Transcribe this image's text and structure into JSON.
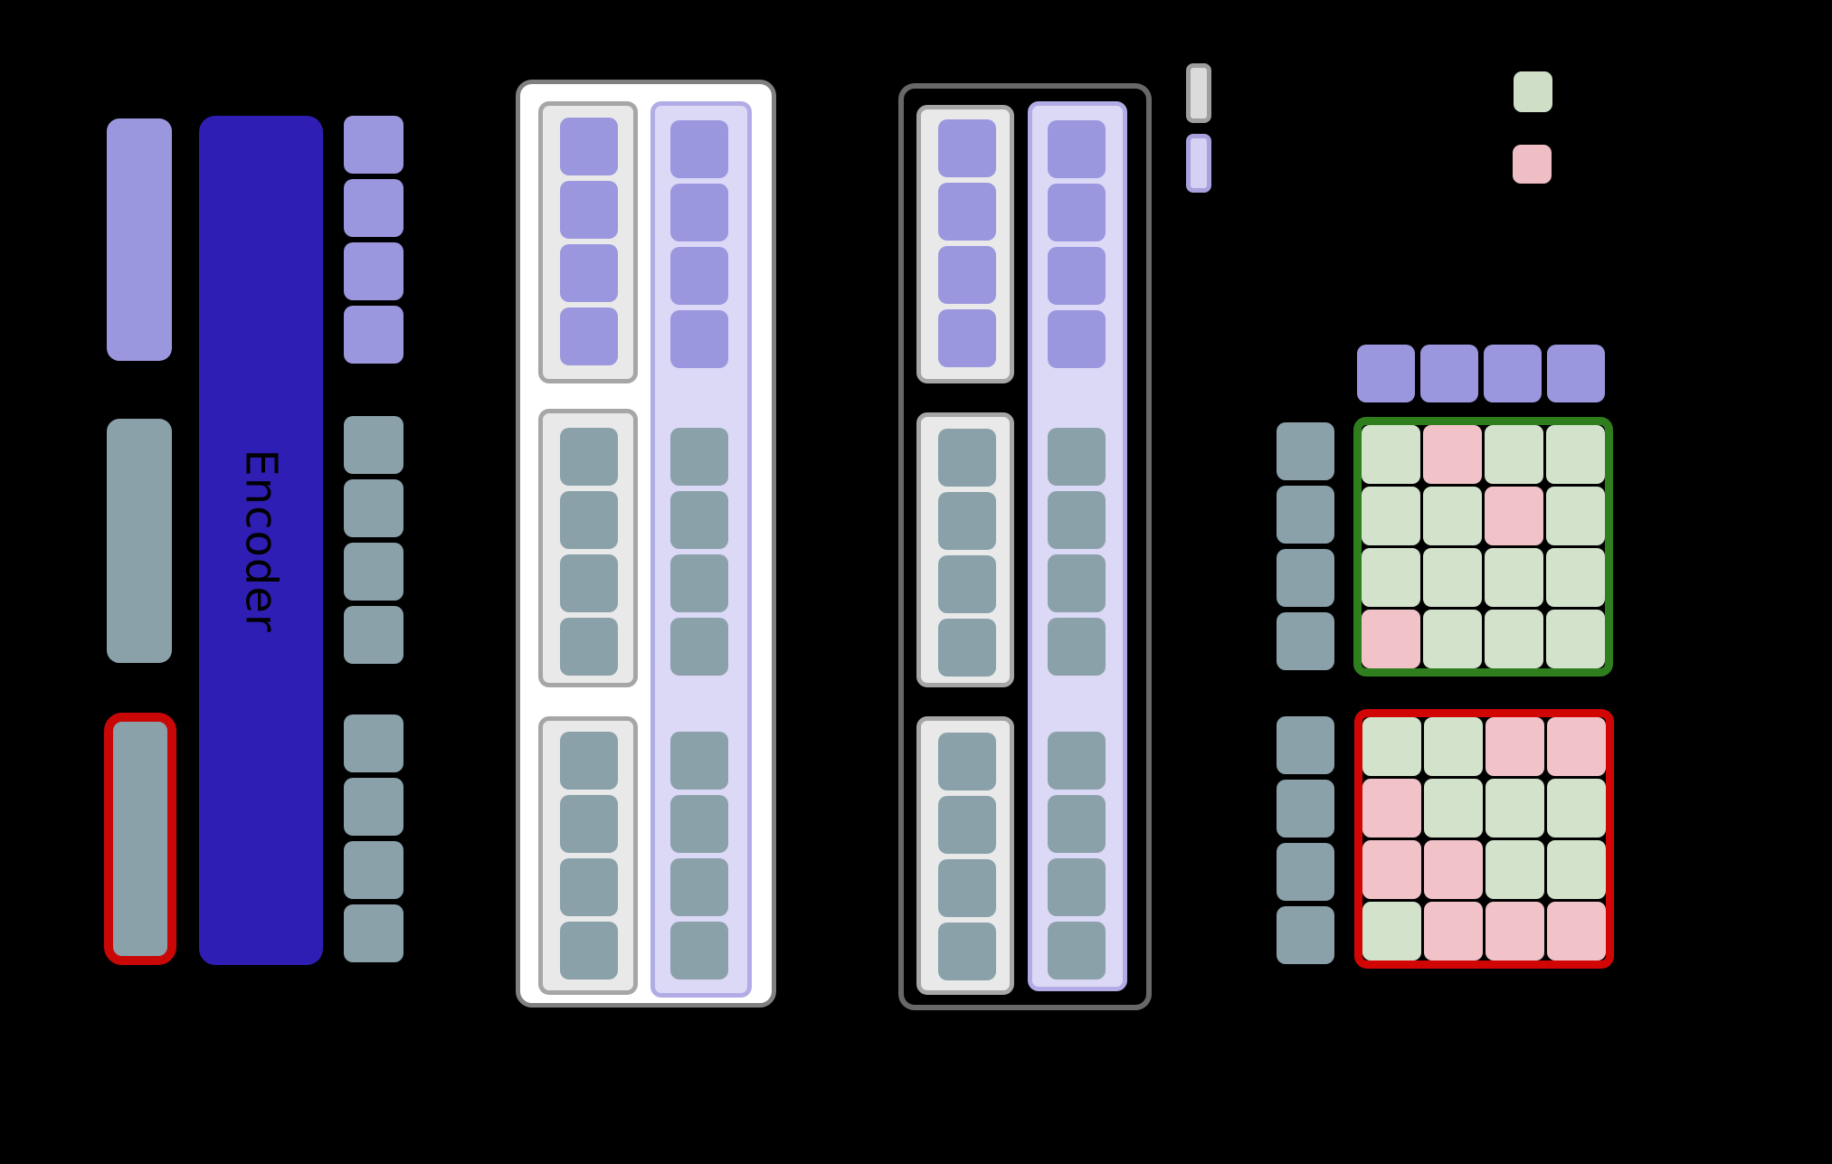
{
  "encoder": {
    "label": "Encoder"
  },
  "palette": {
    "purple": "#9b97de",
    "slate": "#8aa1aa",
    "darkBlue": "#2f1eb4",
    "green": "#d2e2cb",
    "pink": "#f1c3c8",
    "greenBorder": "#2e7e1e",
    "redBorder": "#d20505",
    "barRedBorder": "#c90707",
    "lavFill": "#dcd9f7",
    "lavBorder": "#b2ace6",
    "boxFill": "#e9e9e9",
    "boxBorder": "#a6a6a6",
    "whiteBorder": "#808080",
    "outlineBorder": "#686868",
    "legendGreen": "#cfdfc7",
    "legendPink": "#efbec4",
    "swGrayFill": "#dbdbdb",
    "swGrayBorder": "#9e9e9e",
    "swLavFill": "#d4d1f2",
    "swLavBorder": "#a7a2dd"
  },
  "left_stack": {
    "input_squares": [
      "purple",
      "purple",
      "purple",
      "purple"
    ],
    "hidden_squares": [
      "slate",
      "slate",
      "slate",
      "slate"
    ],
    "selected_squares": [
      "slate",
      "slate",
      "slate",
      "slate"
    ]
  },
  "white_buffer": {
    "chunk1": [
      "purple",
      "purple",
      "purple",
      "purple"
    ],
    "chunk2": [
      "slate",
      "slate",
      "slate",
      "slate"
    ],
    "chunk3": [
      "slate",
      "slate",
      "slate",
      "slate"
    ],
    "column_group1": [
      "purple",
      "purple",
      "purple",
      "purple"
    ],
    "column_group2": [
      "slate",
      "slate",
      "slate",
      "slate"
    ],
    "column_group3": [
      "slate",
      "slate",
      "slate",
      "slate"
    ]
  },
  "outline_buffer": {
    "chunk1": [
      "purple",
      "purple",
      "purple",
      "purple"
    ],
    "chunk2": [
      "slate",
      "slate",
      "slate",
      "slate"
    ],
    "chunk3": [
      "slate",
      "slate",
      "slate",
      "slate"
    ],
    "column_group1": [
      "purple",
      "purple",
      "purple",
      "purple"
    ],
    "column_group2": [
      "slate",
      "slate",
      "slate",
      "slate"
    ],
    "column_group3": [
      "slate",
      "slate",
      "slate",
      "slate"
    ]
  },
  "mini_swatches": [
    {
      "name": "gray"
    },
    {
      "name": "lavender"
    }
  ],
  "legend": [
    {
      "name": "green",
      "color_key": "legendGreen"
    },
    {
      "name": "pink",
      "color_key": "legendPink"
    }
  ],
  "attention": {
    "key_row": [
      "purple",
      "purple",
      "purple",
      "purple"
    ],
    "query_column_top": [
      "slate",
      "slate",
      "slate",
      "slate"
    ],
    "query_column_bottom": [
      "slate",
      "slate",
      "slate",
      "slate"
    ],
    "matrix_green_cells": [
      [
        "green",
        "pink",
        "green",
        "green"
      ],
      [
        "green",
        "green",
        "pink",
        "green"
      ],
      [
        "green",
        "green",
        "green",
        "green"
      ],
      [
        "pink",
        "green",
        "green",
        "green"
      ]
    ],
    "matrix_red_cells": [
      [
        "green",
        "green",
        "pink",
        "pink"
      ],
      [
        "pink",
        "green",
        "green",
        "green"
      ],
      [
        "pink",
        "pink",
        "green",
        "green"
      ],
      [
        "green",
        "pink",
        "pink",
        "pink"
      ]
    ]
  }
}
